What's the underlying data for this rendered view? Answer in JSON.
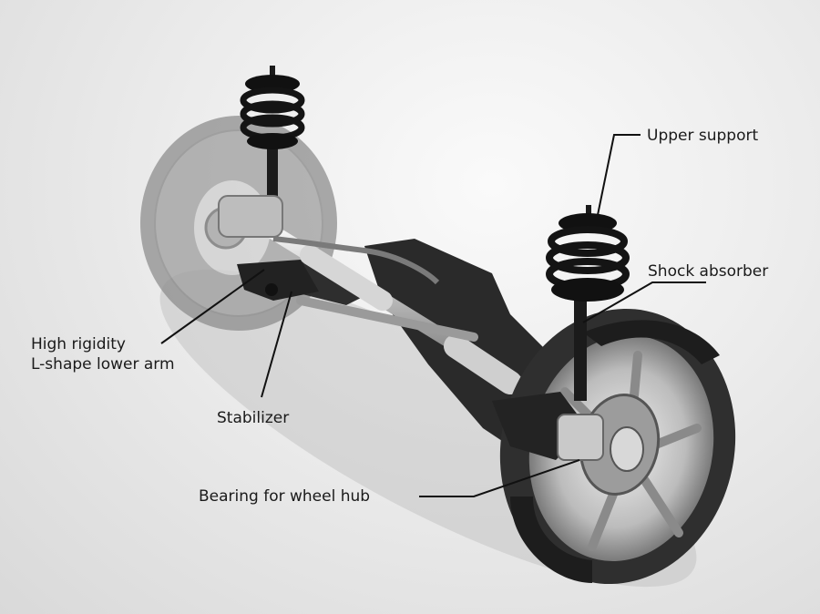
{
  "labels": {
    "upper_support": "Upper support",
    "shock_absorber": "Shock absorber",
    "lower_arm_line1": "High rigidity",
    "lower_arm_line2": "L-shape lower arm",
    "stabilizer": "Stabilizer",
    "bearing": "Bearing for wheel hub"
  },
  "colors": {
    "tire": "#3a3a3a",
    "tire_far": "#8e8e8e",
    "metal": "#bdbdbd",
    "spring": "#141414",
    "leader_line": "#111111"
  }
}
